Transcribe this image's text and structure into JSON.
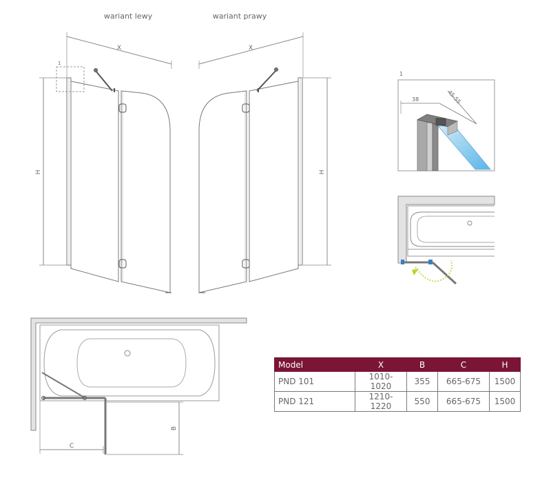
{
  "views": {
    "left_label": "wariant lewy",
    "right_label": "wariant prawy"
  },
  "dimensions": {
    "x": "X",
    "h": "H",
    "b": "B",
    "c": "C",
    "callout": "1",
    "detail_title": "1",
    "detail_width": "38",
    "detail_gap": "45-55"
  },
  "table": {
    "headers": [
      "Model",
      "X",
      "B",
      "C",
      "H"
    ],
    "rows": [
      [
        "PND 101",
        "1010-1020",
        "355",
        "665-675",
        "1500"
      ],
      [
        "PND 121",
        "1210-1220",
        "550",
        "665-675",
        "1500"
      ]
    ]
  },
  "colors": {
    "header_bg": "#7a1535",
    "glass": "#8ccdf0",
    "accent_arrow": "#b8d630",
    "hinge": "#3a7fc0"
  }
}
